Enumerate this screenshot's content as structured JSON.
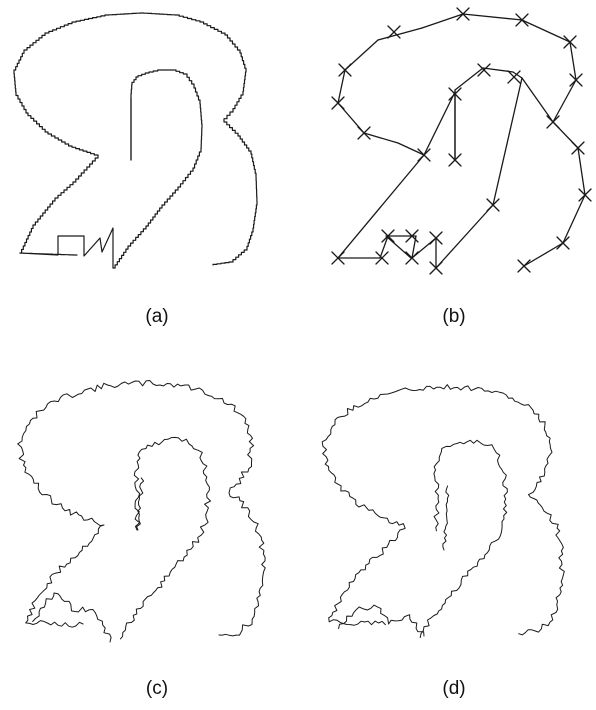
{
  "figure": {
    "panels": [
      {
        "id": "a",
        "caption": "(a)",
        "style": "stepped"
      },
      {
        "id": "b",
        "caption": "(b)",
        "style": "polygon-with-vertices"
      },
      {
        "id": "c",
        "caption": "(c)",
        "style": "jagged"
      },
      {
        "id": "d",
        "caption": "(d)",
        "style": "jagged"
      }
    ],
    "colors": {
      "line": "#1a1a1a",
      "background": "#ffffff"
    }
  }
}
